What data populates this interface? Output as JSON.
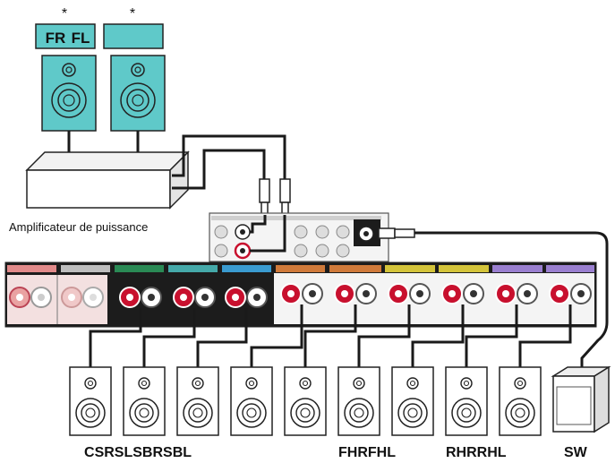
{
  "front_amp_labels": {
    "fr": "FR",
    "fl": "FL"
  },
  "asterisks": [
    "*",
    "*"
  ],
  "amplifier_label": "Amplificateur de puissance",
  "bottom_labels": {
    "group1": [
      "C",
      "SR",
      "SL",
      "SBR",
      "SBL"
    ],
    "group2": [
      "FHR",
      "FHL"
    ],
    "group3": [
      "RHR",
      "RHL"
    ],
    "sw": "SW"
  },
  "colors": {
    "speaker_teal": "#5fc9c9",
    "terminal_red": "#c8102e",
    "strip_dark": "#1c1c1c",
    "cable": "#1a1a1a"
  },
  "icons": [
    "speaker-icon",
    "subwoofer-icon",
    "rca-plug-icon",
    "speaker-terminal-icon"
  ]
}
